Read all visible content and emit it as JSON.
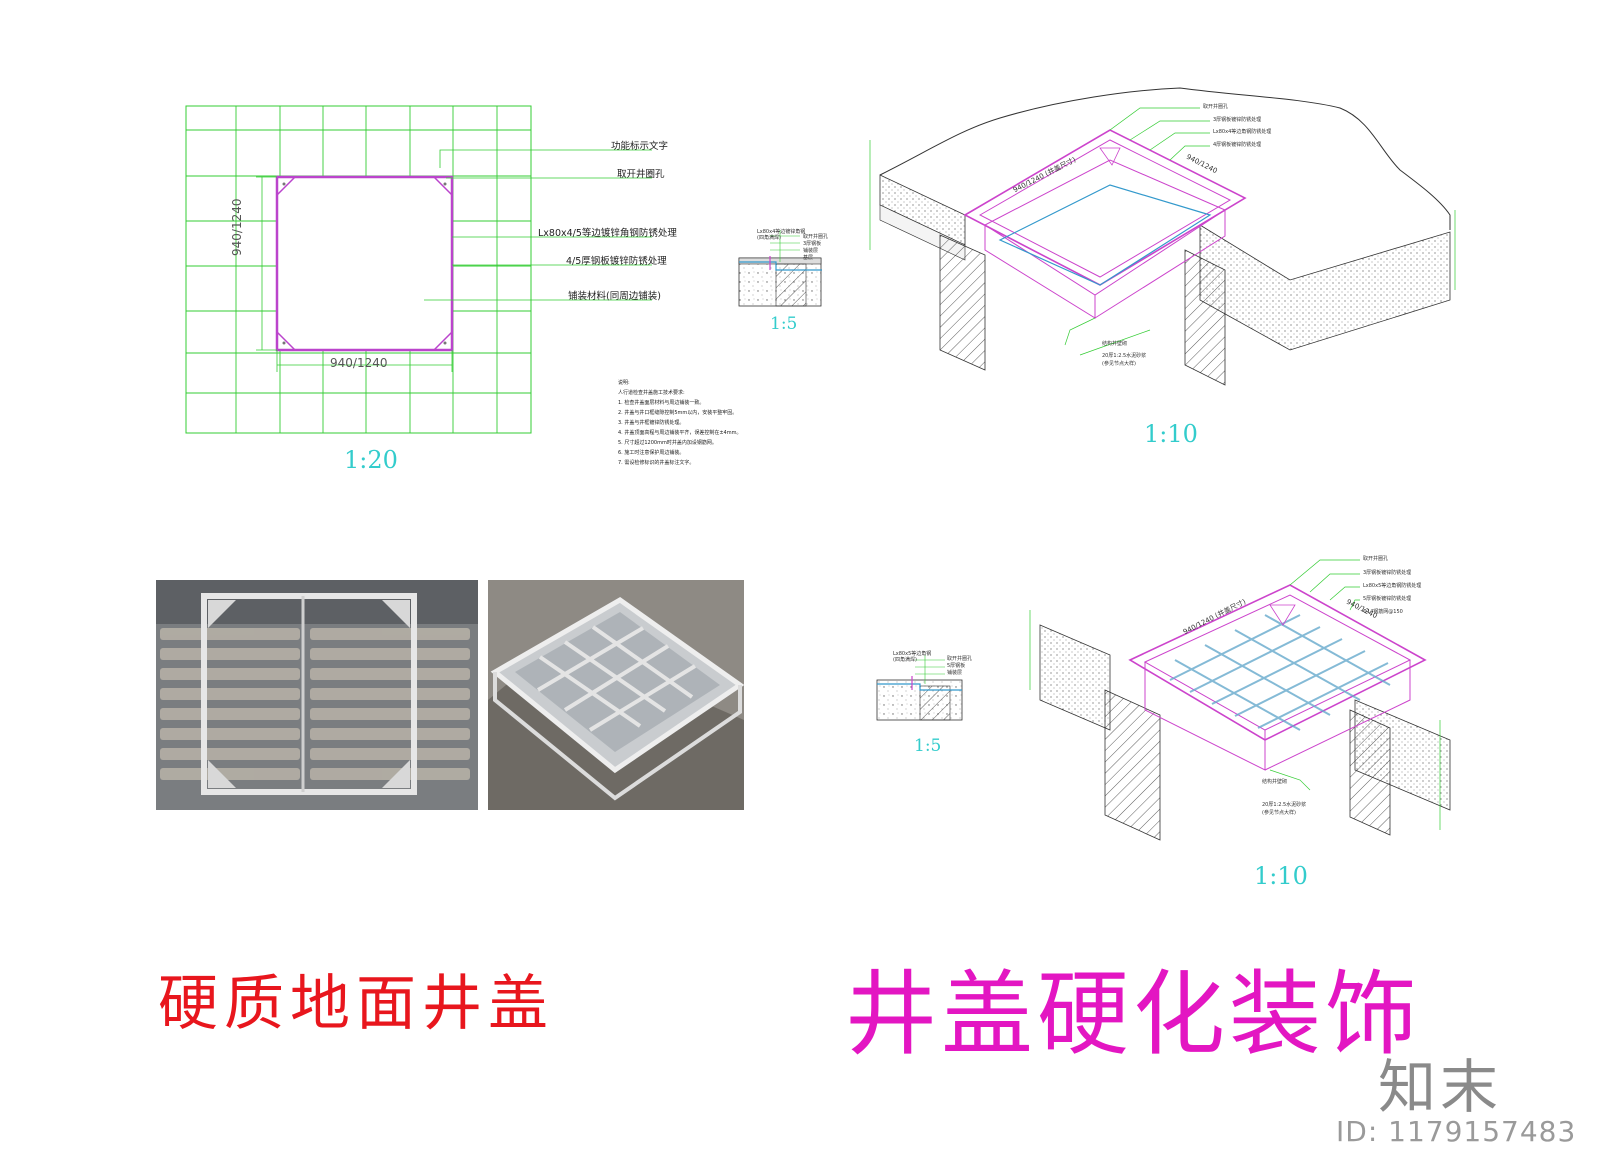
{
  "plan": {
    "dim_horizontal": "940/1240",
    "dim_vertical": "940/1240",
    "scale": "1:20",
    "callouts": [
      "功能标示文字",
      "取开井圈孔",
      "Lx80x4/5等边镀锌角钢防锈处理",
      "4/5厚钢板镀锌防锈处理",
      "铺装材料(同周边铺装)"
    ]
  },
  "section_top": {
    "scale": "1:5",
    "labels": [
      "Lx80x4等边镀锌角钢",
      "(四角满焊)",
      "取开井圈孔",
      "3厚钢板",
      "铺装层",
      "基层"
    ]
  },
  "notes": {
    "title": "说明:",
    "lines": [
      "人行道检查井盖施工技术要求:",
      "1. 检查井盖面层材料与周边铺装一致。",
      "2. 井盖与井口框缝隙控制5mm以内，安装平整牢固。",
      "3. 井盖与井框镀锌防锈处理。",
      "4. 井盖顶面高程与周边铺装平齐，误差控制在±4mm。",
      "5. 尺寸超过1200mm时井盖内加设钢筋网。",
      "6. 施工时注意保护周边铺装。",
      "7. 需设检修标识的井盖标注文字。"
    ]
  },
  "iso_top": {
    "scale": "1:10",
    "dim": "940/1240 (井盖尺寸)",
    "dim_side": "940/1240",
    "callouts": [
      "取开井圈孔",
      "3厚钢板镀锌防锈处理",
      "Lx80x4等边角钢防锈处理",
      "4厚钢板镀锌防锈处理"
    ],
    "bottom_callouts": [
      "结构井壁砌",
      "20厚1:2.5水泥砂浆",
      "(参见节点大样)"
    ]
  },
  "section_bottom": {
    "scale": "1:5",
    "labels": [
      "Lx80x5等边角钢",
      "(四角满焊)",
      "取开井圈孔",
      "5厚钢板",
      "铺装层"
    ]
  },
  "iso_bottom": {
    "scale": "1:10",
    "dim": "940/1240 (井盖尺寸)",
    "dim_side": "940/1240",
    "callouts": [
      "取开井圈孔",
      "3厚钢板镀锌防锈处理",
      "Lx80x5等边角钢防锈处理",
      "5厚钢板镀锌防锈处理",
      "Φ14钢筋网@150"
    ],
    "bottom_callouts": [
      "结构井壁砌",
      "20厚1:2.5水泥砂浆",
      "(参见节点大样)"
    ]
  },
  "titles": {
    "left": "硬质地面井盖",
    "right": "井盖硬化装饰"
  },
  "logo": {
    "mark": "知末",
    "id": "ID: 1179157483"
  },
  "colors": {
    "grid": "#33cc33",
    "outline": "#cc44cc",
    "scale_text": "#33cccc",
    "title_red": "#e8161d",
    "title_magenta": "#e316c2"
  }
}
